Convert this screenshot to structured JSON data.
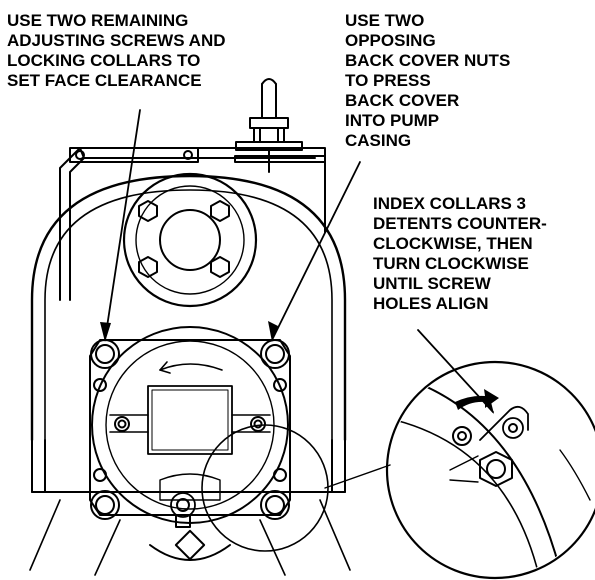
{
  "callouts": {
    "adjusting_screws": "USE TWO REMAINING\nADJUSTING SCREWS AND\nLOCKING COLLARS TO\nSET FACE CLEARANCE",
    "back_cover_nuts": "USE TWO\nOPPOSING\nBACK COVER NUTS\nTO PRESS\nBACK COVER\nINTO PUMP\nCASING",
    "index_collars": "INDEX COLLARS 3\nDETENTS COUNTER-\nCLOCKWISE, THEN\nTURN CLOCKWISE\nUNTIL SCREW\nHOLES ALIGN"
  }
}
